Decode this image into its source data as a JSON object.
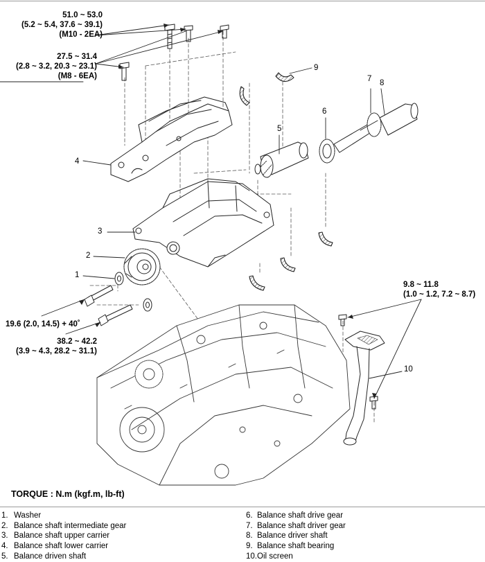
{
  "torque_specs": {
    "m10_bolts": [
      "51.0 ~ 53.0",
      "(5.2 ~ 5.4, 37.6 ~ 39.1)",
      "(M10 - 2EA)"
    ],
    "m8_bolts": [
      "27.5 ~ 31.4",
      "(2.8 ~ 3.2, 20.3 ~ 23.1)",
      "(M8 - 6EA)"
    ],
    "oil_screen_bolts": [
      "9.8 ~ 11.8",
      "(1.0 ~ 1.2, 7.2 ~ 8.7)"
    ],
    "gear_bolt": "19.6 (2.0, 14.5) + 40˚",
    "idler_bolt": [
      "38.2 ~ 42.2",
      "(3.9 ~ 4.3, 28.2 ~ 31.1)"
    ]
  },
  "callouts": [
    "1",
    "2",
    "3",
    "4",
    "5",
    "6",
    "7",
    "8",
    "9",
    "10"
  ],
  "torque_unit": "TORQUE : N.m (kgf.m, lb-ft)",
  "legend": [
    {
      "num": "1.",
      "label": "Washer"
    },
    {
      "num": "2.",
      "label": "Balance shaft intermediate gear"
    },
    {
      "num": "3.",
      "label": "Balance shaft upper carrier"
    },
    {
      "num": "4.",
      "label": "Balance shaft lower carrier"
    },
    {
      "num": "5.",
      "label": "Balance driven shaft"
    },
    {
      "num": "6.",
      "label": "Balance shaft drive gear"
    },
    {
      "num": "7.",
      "label": "Balance shaft driver gear"
    },
    {
      "num": "8.",
      "label": "Balance driver shaft"
    },
    {
      "num": "9.",
      "label": "Balance shaft bearing"
    },
    {
      "num": "10.",
      "label": "Oil screen"
    }
  ],
  "colors": {
    "line": "#222222",
    "fill": "#ffffff",
    "guide": "#555555",
    "rule": "#9a9a9a"
  }
}
